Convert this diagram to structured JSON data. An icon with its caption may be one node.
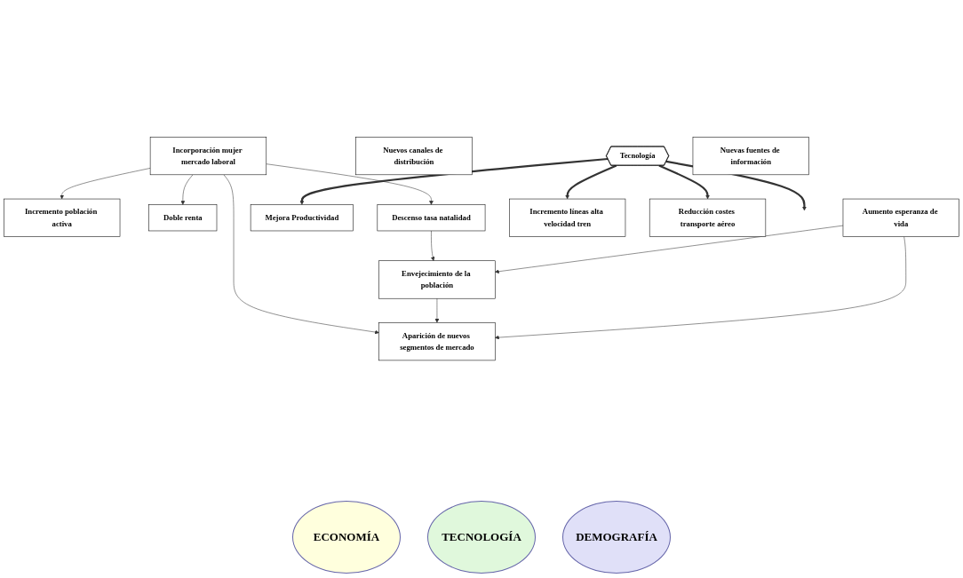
{
  "diagram": {
    "nodes": [
      {
        "text": [
          "Incorporación mujer mercado laboral"
        ]
      },
      {
        "text": [
          "Incremento población activa"
        ]
      },
      {
        "text": [
          "Doble renta"
        ]
      },
      {
        "text": [
          "Descenso tasa natalidad"
        ]
      },
      {
        "text": [
          "Mejora Productividad"
        ]
      },
      {
        "text": [
          "Envejecimiento de la población"
        ]
      },
      {
        "text": [
          "Aumento esperanza de vida"
        ]
      },
      {
        "text": [
          "Aparición de nuevos segmentos de mercado"
        ]
      },
      {
        "text": [
          "Incremento líneas alta velocidad tren"
        ]
      },
      {
        "text": [
          "Nuevos canales de distribución"
        ]
      },
      {
        "text": [
          "Tecnología"
        ]
      },
      {
        "text": [
          "Reducción costes transporte aéreo"
        ]
      },
      {
        "text": [
          "Nuevas fuentes de información"
        ]
      }
    ],
    "edges": [
      {
        "from": 0,
        "to": 1,
        "arrow": "to"
      },
      {
        "from": 0,
        "to": 2,
        "arrow": "to"
      },
      {
        "from": 0,
        "to": 3,
        "arrow": "to"
      },
      {
        "from": 0,
        "to": 7,
        "arrow": "to"
      },
      {
        "from": 3,
        "to": 5,
        "arrow": "to"
      },
      {
        "from": 6,
        "to": 5,
        "arrow": "to"
      },
      {
        "from": 5,
        "to": 7,
        "arrow": "to"
      },
      {
        "from": 6,
        "to": 7,
        "arrow": "to"
      },
      {
        "from": 10,
        "to": 8,
        "arrow": "to",
        "style": "thick"
      },
      {
        "from": 10,
        "to": 4,
        "arrow": "to",
        "style": "thick"
      },
      {
        "from": 10,
        "to": null,
        "arrow": "to",
        "style": "thick"
      },
      {
        "from": 10,
        "to": 11,
        "arrow": "to",
        "style": "thick"
      }
    ],
    "legend": [
      {
        "text": "ECONOMÍA",
        "color": "#ffffdd"
      },
      {
        "text": "TECNOLOGÍA",
        "color": "#e0f8dc"
      },
      {
        "text": "DEMOGRAFÍA",
        "color": "#e0e0f8"
      }
    ]
  }
}
